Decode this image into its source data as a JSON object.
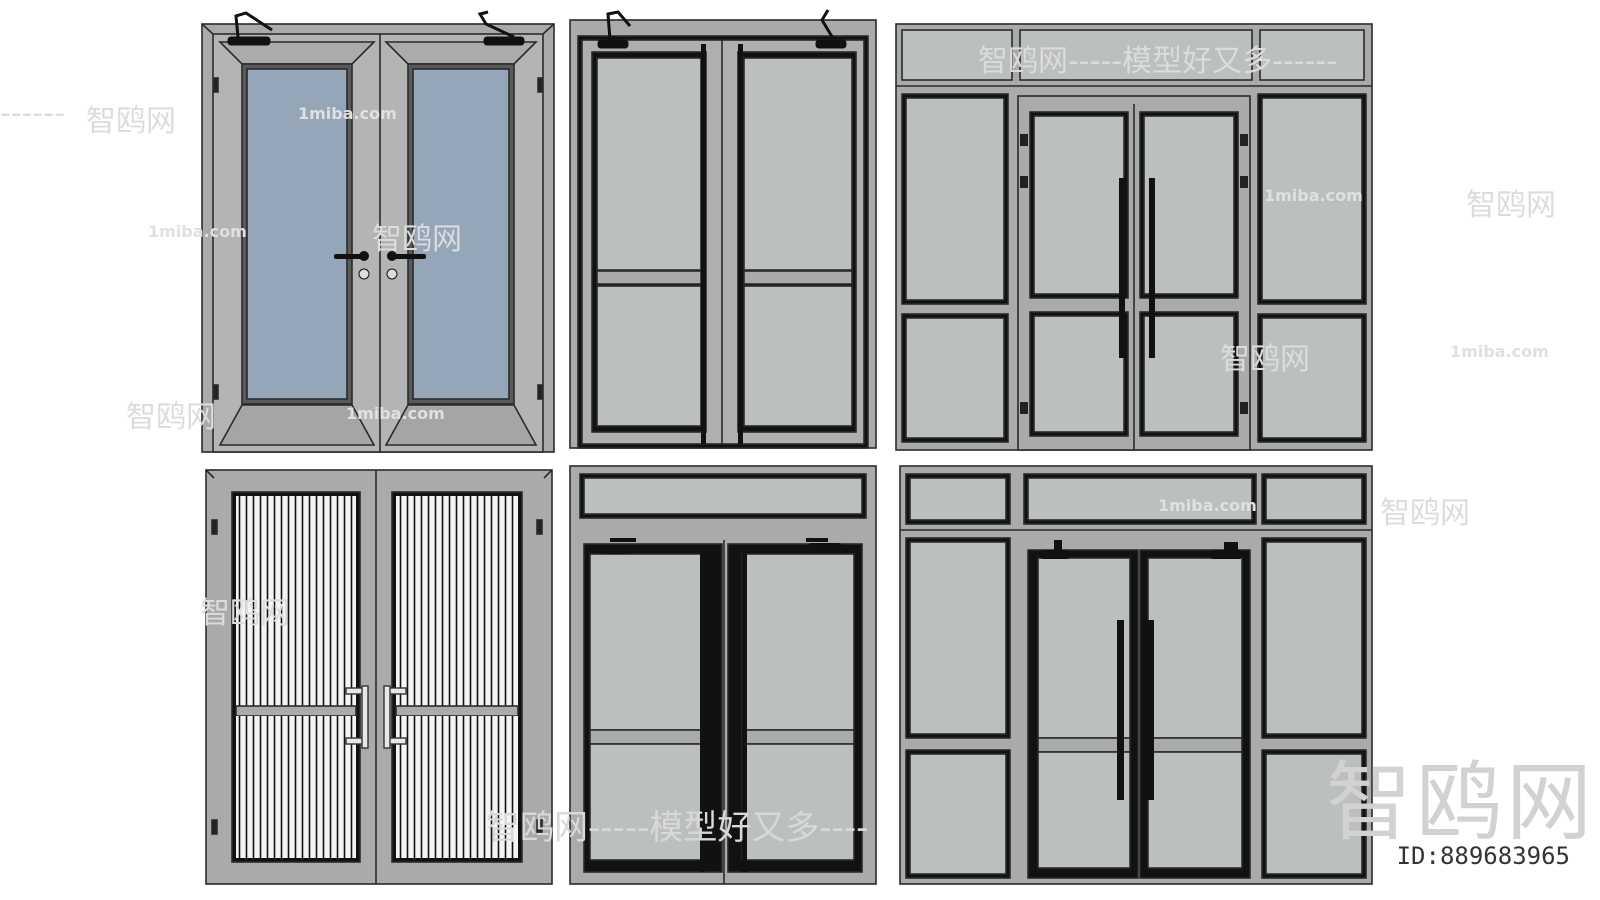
{
  "watermarks": {
    "brand": "智鸥网",
    "brand_line_top": "智鸥网-----模型好又多------",
    "brand_line_bottom": "智鸥网-----模型好又多----",
    "dashes_left": "------",
    "site": "1miba.com",
    "id_label": "ID:889683965"
  },
  "colors": {
    "background": "#ffffff",
    "frame": "#a9abab",
    "frame_stroke": "#2a2a2a",
    "glass_blue": "#95a6b9",
    "glass_gray": "#bcbfbf",
    "handle": "#1a1a1a",
    "watermark": "#d6d6d6"
  }
}
